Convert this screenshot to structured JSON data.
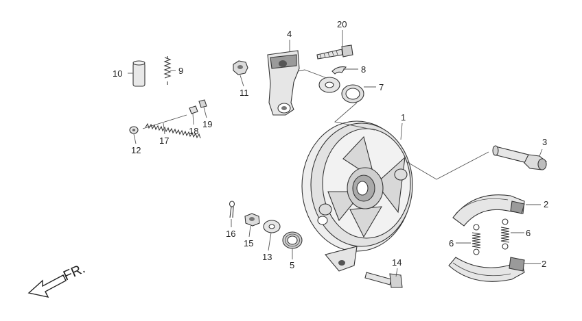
{
  "diagram": {
    "callouts": {
      "c1": "1",
      "c2a": "2",
      "c2b": "2",
      "c3": "3",
      "c4": "4",
      "c5": "5",
      "c6a": "6",
      "c6b": "6",
      "c7": "7",
      "c8": "8",
      "c9": "9",
      "c10": "10",
      "c11": "11",
      "c12": "12",
      "c13": "13",
      "c14": "14",
      "c15": "15",
      "c16": "16",
      "c17": "17",
      "c18": "18",
      "c19": "19",
      "c20": "20"
    },
    "direction_label": "FR."
  },
  "colors": {
    "line": "#333333",
    "part_fill": "#e6e6e6",
    "part_dark": "#9a9a9a",
    "text": "#222222"
  }
}
